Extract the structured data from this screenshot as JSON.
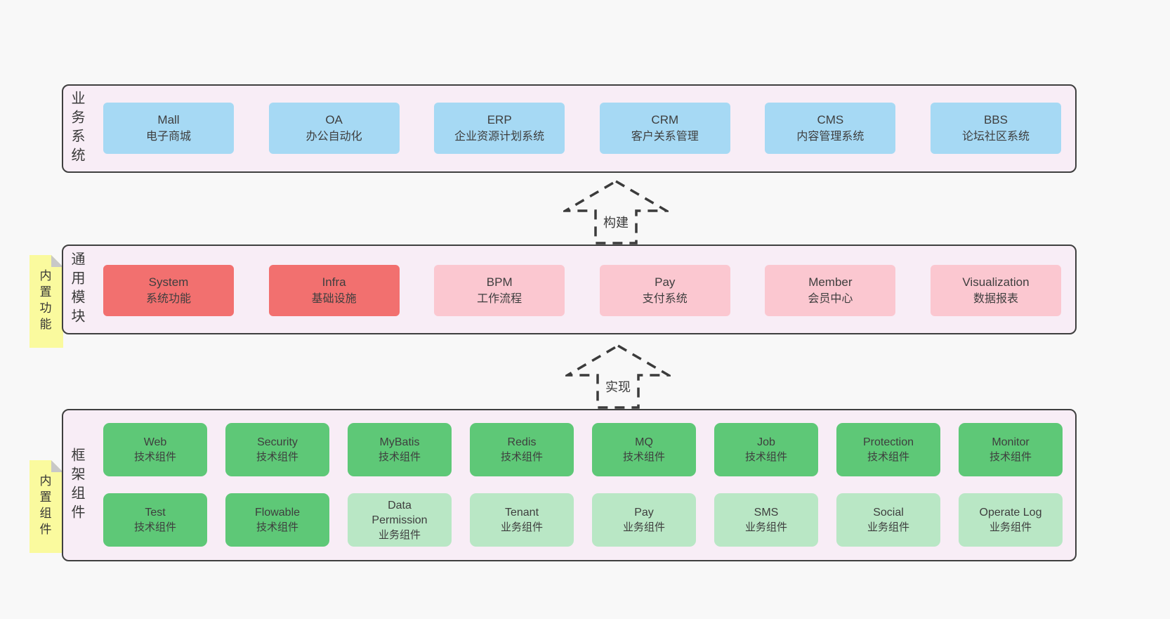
{
  "stickies": {
    "features": "内置功能",
    "components": "内置组件"
  },
  "arrows": {
    "build": "构建",
    "implement": "实现"
  },
  "bands": {
    "business": {
      "label": "业务系统",
      "boxes": [
        {
          "title": "Mall",
          "subtitle": "电子商城"
        },
        {
          "title": "OA",
          "subtitle": "办公自动化"
        },
        {
          "title": "ERP",
          "subtitle": "企业资源计划系统"
        },
        {
          "title": "CRM",
          "subtitle": "客户关系管理"
        },
        {
          "title": "CMS",
          "subtitle": "内容管理系统"
        },
        {
          "title": "BBS",
          "subtitle": "论坛社区系统"
        }
      ]
    },
    "modules": {
      "label": "通用模块",
      "boxes": [
        {
          "title": "System",
          "subtitle": "系统功能"
        },
        {
          "title": "Infra",
          "subtitle": "基础设施"
        },
        {
          "title": "BPM",
          "subtitle": "工作流程"
        },
        {
          "title": "Pay",
          "subtitle": "支付系统"
        },
        {
          "title": "Member",
          "subtitle": "会员中心"
        },
        {
          "title": "Visualization",
          "subtitle": "数据报表"
        }
      ]
    },
    "components": {
      "label": "框架组件",
      "row1": [
        {
          "title": "Web",
          "subtitle": "技术组件"
        },
        {
          "title": "Security",
          "subtitle": "技术组件"
        },
        {
          "title": "MyBatis",
          "subtitle": "技术组件"
        },
        {
          "title": "Redis",
          "subtitle": "技术组件"
        },
        {
          "title": "MQ",
          "subtitle": "技术组件"
        },
        {
          "title": "Job",
          "subtitle": "技术组件"
        },
        {
          "title": "Protection",
          "subtitle": "技术组件"
        },
        {
          "title": "Monitor",
          "subtitle": "技术组件"
        }
      ],
      "row2": [
        {
          "title": "Test",
          "subtitle": "技术组件"
        },
        {
          "title": "Flowable",
          "subtitle": "技术组件"
        },
        {
          "title": "Data Permission",
          "subtitle": "业务组件"
        },
        {
          "title": "Tenant",
          "subtitle": "业务组件"
        },
        {
          "title": "Pay",
          "subtitle": "业务组件"
        },
        {
          "title": "SMS",
          "subtitle": "业务组件"
        },
        {
          "title": "Social",
          "subtitle": "业务组件"
        },
        {
          "title": "Operate Log",
          "subtitle": "业务组件"
        }
      ]
    }
  },
  "colors": {
    "page_bg": "#f8f8f8",
    "band_bg": "#f8edf6",
    "band_border": "#3f3f3f",
    "business_box": "#a6d9f4",
    "module_core_box": "#f2706f",
    "module_box": "#fbc7d0",
    "tech_component_box": "#5ec877",
    "biz_component_box": "#b9e7c5",
    "sticky_note": "#fafa9e",
    "sticky_fold": "#c8c8c8",
    "arrow_dash": "#3b3b3b",
    "text": "#3e3e3e"
  }
}
